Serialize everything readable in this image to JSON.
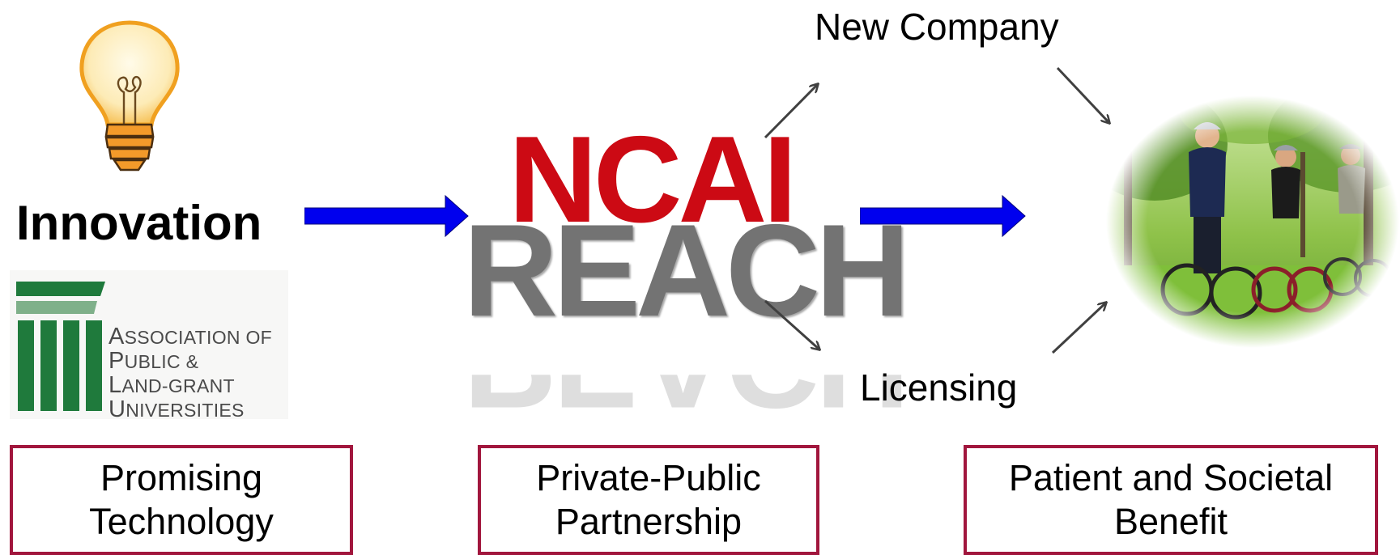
{
  "left": {
    "heading": "Innovation",
    "logo_text": {
      "line1_big": "A",
      "line1_rest": "SSOCIATION OF",
      "line2_big": "P",
      "line2_rest": "UBLIC &",
      "line3_big": "L",
      "line3_rest": "AND-GRANT",
      "line4_big": "U",
      "line4_rest": "NIVERSITIES"
    },
    "box_label": "Promising\nTechnology"
  },
  "center": {
    "logo_top": "NCAI",
    "logo_bottom": "REACH",
    "box_label": "Private-Public\nPartnership"
  },
  "branches": {
    "upper": "New Company",
    "lower": "Licensing"
  },
  "right": {
    "box_label": "Patient and Societal\nBenefit"
  },
  "colors": {
    "flow_arrow": "#0000ee",
    "box_border": "#a1163d",
    "ncai_red": "#cc0a14",
    "reach_gray": "#737373",
    "aplu_green": "#1f7a3c"
  },
  "icons": {
    "idea": "lightbulb-icon",
    "benefit_photo": "cyclists-photo"
  }
}
